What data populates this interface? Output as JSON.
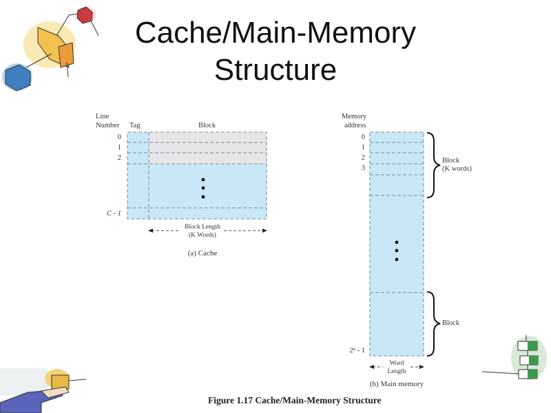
{
  "slide": {
    "title_line1": "Cache/Main-Memory",
    "title_line2": "Structure"
  },
  "cache": {
    "header_line_number_1": "Line",
    "header_line_number_2": "Number",
    "header_tag": "Tag",
    "header_block": "Block",
    "rows": [
      "0",
      "1",
      "2"
    ],
    "last_row": "C - 1",
    "block_length_1": "Block Length",
    "block_length_2": "(K Words)",
    "caption": "(a) Cache",
    "colors": {
      "fill": "#c9e8f7",
      "grey": "#e6e6e8",
      "dash": "#7a8a95"
    }
  },
  "main_memory": {
    "header_1": "Memory",
    "header_2": "address",
    "rows": [
      "0",
      "1",
      "2",
      "3"
    ],
    "last_row": "2ⁿ - 1",
    "block_label_top_1": "Block",
    "block_label_top_2": "(K words)",
    "block_label_bottom": "Block",
    "word_length_1": "Word",
    "word_length_2": "Length",
    "caption": "(b) Main memory"
  },
  "figure_caption": "Figure 1.17  Cache/Main-Memory Structure",
  "decorations": [
    "cubes-clipart",
    "hand-holding-box-clipart",
    "stacked-boxes-clipart"
  ]
}
